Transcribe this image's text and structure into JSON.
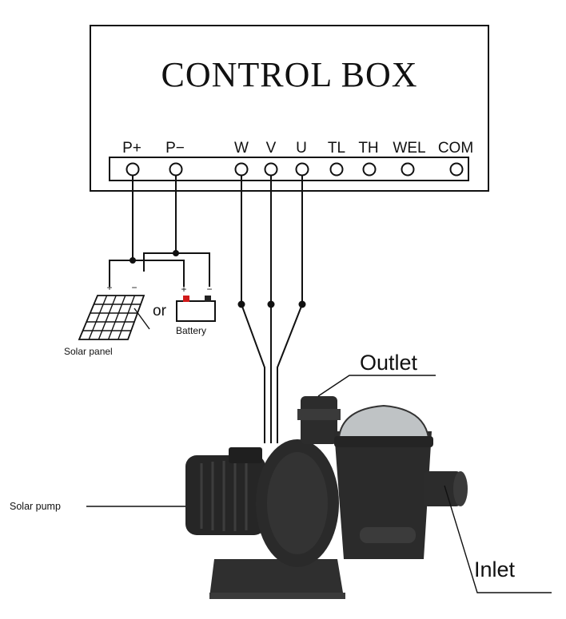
{
  "control_box": {
    "title": "CONTROL BOX",
    "terminals": [
      "P+",
      "P−",
      "W",
      "V",
      "U",
      "TL",
      "TH",
      "WEL",
      "COM"
    ]
  },
  "solar_panel": {
    "label": "Solar panel",
    "plus": "+",
    "minus": "−"
  },
  "or_text": "or",
  "battery": {
    "label": "Battery",
    "plus": "+",
    "minus": "−"
  },
  "labels": {
    "outlet": "Outlet",
    "inlet": "Inlet",
    "solar_pump": "Solar pump"
  },
  "colors": {
    "line": "#111111",
    "battery_plus": "#d11a1a",
    "pump": "#2b2b2b"
  }
}
